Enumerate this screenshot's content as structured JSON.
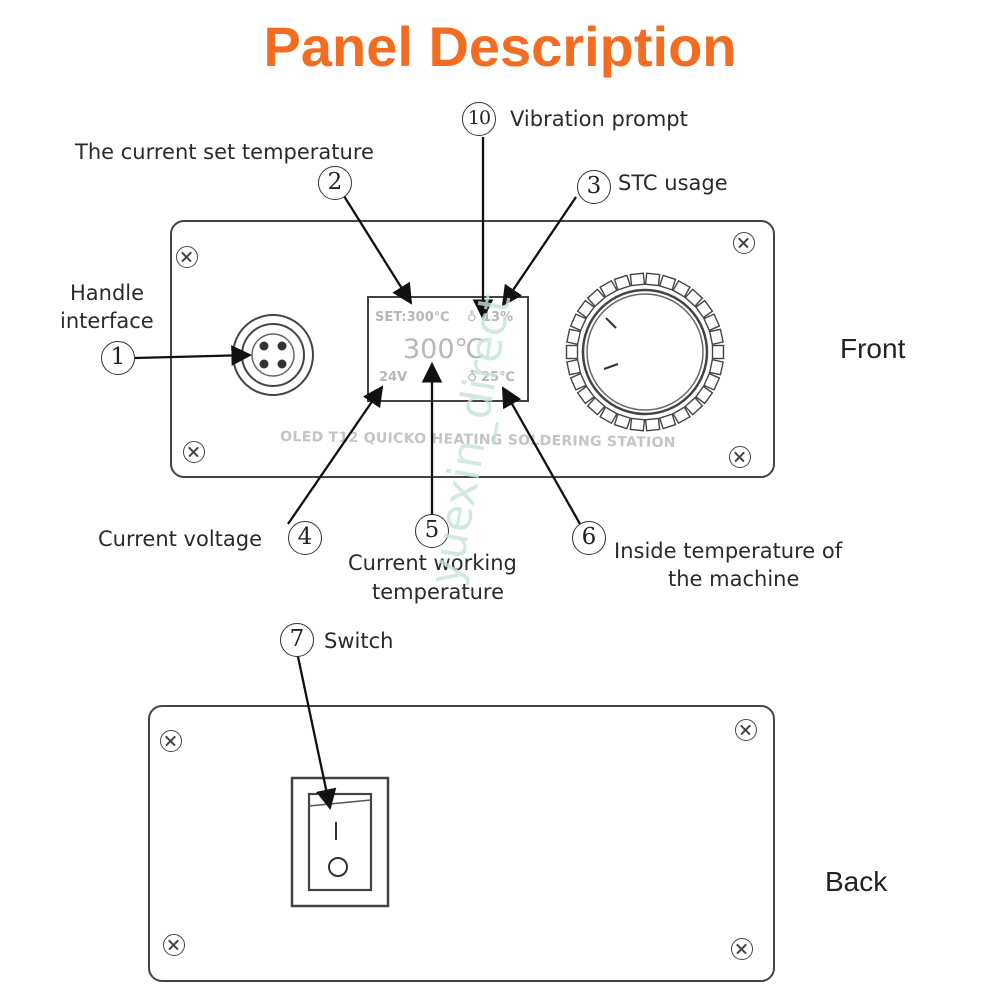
{
  "title": "Panel Description",
  "colors": {
    "title": "#f26d21",
    "ink": "#222222",
    "watermark": "#c6e6d2"
  },
  "callouts": {
    "vibration": {
      "number": "10",
      "text": "Vibration prompt"
    },
    "set_temp": {
      "number": "2",
      "text": "The current set temperature"
    },
    "stc": {
      "number": "3",
      "text": "STC usage"
    },
    "handle": {
      "number": "1",
      "line1": "Handle",
      "line2": "interface"
    },
    "voltage": {
      "number": "4",
      "text": "Current voltage"
    },
    "working": {
      "number": "5",
      "line1": "Current working",
      "line2": "temperature"
    },
    "inside": {
      "number": "6",
      "line1": "Inside temperature of",
      "line2": "the machine"
    },
    "switch": {
      "number": "7",
      "text": "Switch"
    }
  },
  "oled": {
    "set": "SET:300℃",
    "stc_value": "13%",
    "temp": "300℃",
    "voltage": "24V",
    "inside": "25℃"
  },
  "brand": "OLED T12 QUICKO HEATING SOLDERING STATION",
  "front_label": "Front",
  "back_label": "Back",
  "switch_marks": {
    "on": "I",
    "off": "O"
  },
  "watermark": "yuexin_direct"
}
